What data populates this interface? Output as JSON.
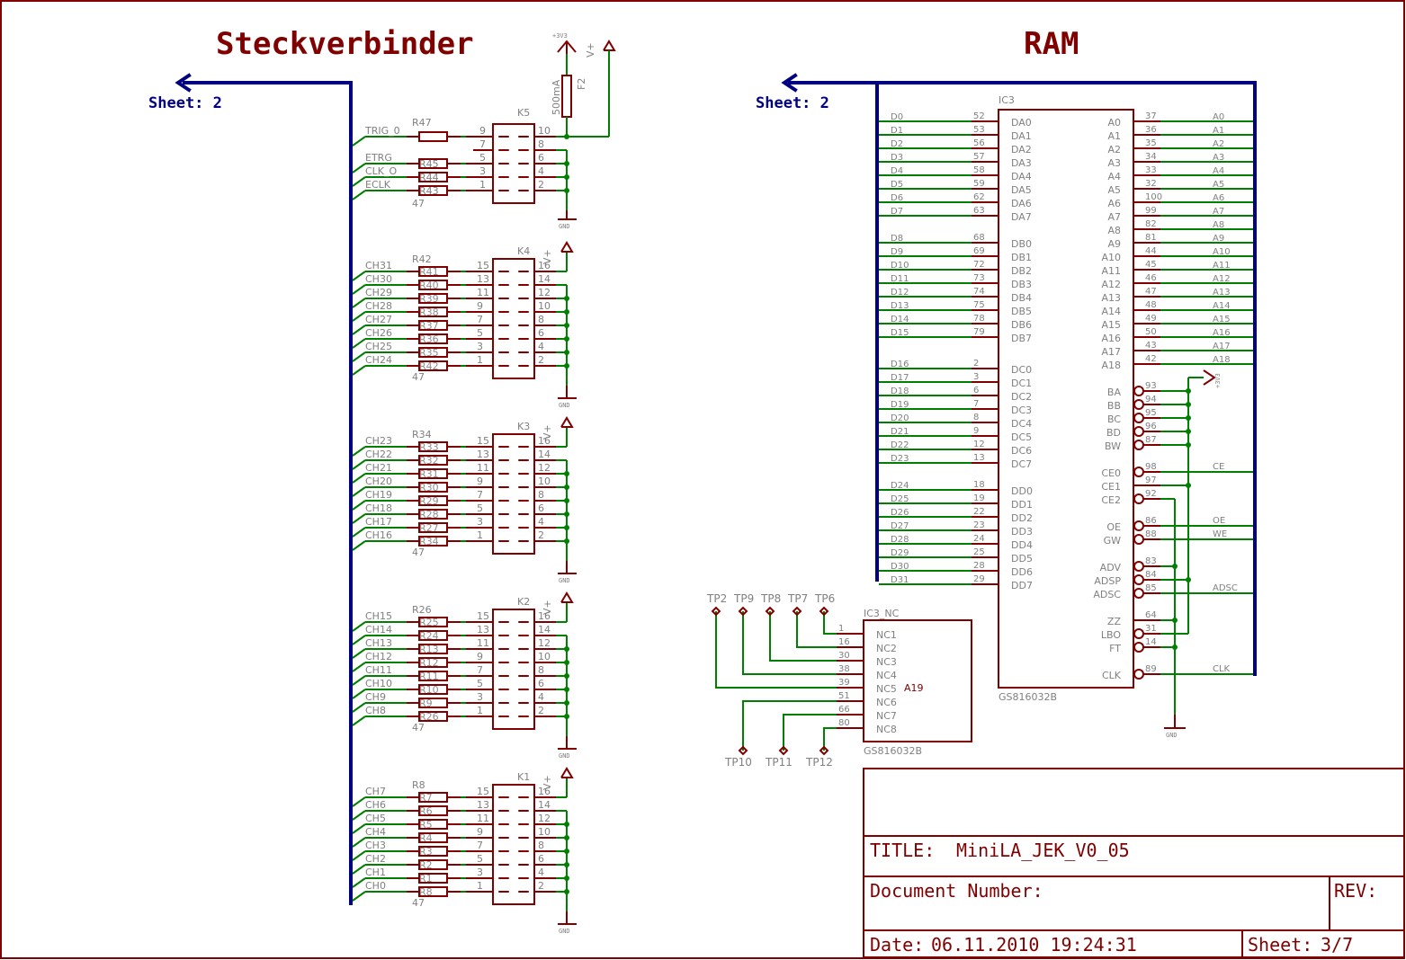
{
  "titles": {
    "left": "Steckverbinder",
    "right": "RAM"
  },
  "ports": {
    "left": "Sheet: 2",
    "right": "Sheet: 2"
  },
  "supplies": {
    "v33": "+3V3",
    "vplus": "V+",
    "gnd": "GND",
    "fuse_name": "F2",
    "fuse_value": "500mA"
  },
  "k5": {
    "name": "K5",
    "rows": [
      {
        "signal": "TRIG_0",
        "res": "R47",
        "val": "47",
        "pin_l": "9",
        "pin_r": "10"
      },
      {
        "signal": "",
        "res": "",
        "val": "",
        "pin_l": "7",
        "pin_r": "8"
      },
      {
        "signal": "ETRG",
        "res": "R45",
        "val": "47",
        "pin_l": "5",
        "pin_r": "6"
      },
      {
        "signal": "CLK_O",
        "res": "R44",
        "val": "47",
        "pin_l": "3",
        "pin_r": "4"
      },
      {
        "signal": "ECLK",
        "res": "R43",
        "val": "47",
        "pin_l": "1",
        "pin_r": "2"
      }
    ]
  },
  "connectors": [
    {
      "name": "K4",
      "top_res": "R42",
      "signals": [
        "CH31",
        "CH30",
        "CH29",
        "CH28",
        "CH27",
        "CH26",
        "CH25",
        "CH24"
      ],
      "resistors": [
        "R41",
        "R40",
        "R39",
        "R38",
        "R37",
        "R36",
        "R35",
        "R42"
      ]
    },
    {
      "name": "K3",
      "top_res": "R34",
      "signals": [
        "CH23",
        "CH22",
        "CH21",
        "CH20",
        "CH19",
        "CH18",
        "CH17",
        "CH16"
      ],
      "resistors": [
        "R33",
        "R32",
        "R31",
        "R30",
        "R29",
        "R28",
        "R27",
        "R34"
      ]
    },
    {
      "name": "K2",
      "top_res": "R26",
      "signals": [
        "CH15",
        "CH14",
        "CH13",
        "CH12",
        "CH11",
        "CH10",
        "CH9",
        "CH8"
      ],
      "resistors": [
        "R25",
        "R24",
        "R13",
        "R12",
        "R11",
        "R10",
        "R9",
        "R26"
      ]
    },
    {
      "name": "K1",
      "top_res": "R8",
      "signals": [
        "CH7",
        "CH6",
        "CH5",
        "CH4",
        "CH3",
        "CH2",
        "CH1",
        "CH0"
      ],
      "resistors": [
        "R7",
        "R6",
        "R5",
        "R4",
        "R3",
        "R2",
        "R1",
        "R8"
      ]
    }
  ],
  "connector_pins": {
    "left": [
      "15",
      "13",
      "11",
      "9",
      "7",
      "5",
      "3",
      "1"
    ],
    "right": [
      "16",
      "14",
      "12",
      "10",
      "8",
      "6",
      "4",
      "2"
    ],
    "res_value": "47"
  },
  "ic3": {
    "name": "IC3",
    "part": "GS816032B",
    "data_groups": [
      {
        "pins": [
          [
            "D0",
            "52",
            "DA0"
          ],
          [
            "D1",
            "53",
            "DA1"
          ],
          [
            "D2",
            "56",
            "DA2"
          ],
          [
            "D3",
            "57",
            "DA3"
          ],
          [
            "D4",
            "58",
            "DA4"
          ],
          [
            "D5",
            "59",
            "DA5"
          ],
          [
            "D6",
            "62",
            "DA6"
          ],
          [
            "D7",
            "63",
            "DA7"
          ]
        ]
      },
      {
        "pins": [
          [
            "D8",
            "68",
            "DB0"
          ],
          [
            "D9",
            "69",
            "DB1"
          ],
          [
            "D10",
            "72",
            "DB2"
          ],
          [
            "D11",
            "73",
            "DB3"
          ],
          [
            "D12",
            "74",
            "DB4"
          ],
          [
            "D13",
            "75",
            "DB5"
          ],
          [
            "D14",
            "78",
            "DB6"
          ],
          [
            "D15",
            "79",
            "DB7"
          ]
        ]
      },
      {
        "pins": [
          [
            "D16",
            "2",
            "DC0"
          ],
          [
            "D17",
            "3",
            "DC1"
          ],
          [
            "D18",
            "6",
            "DC2"
          ],
          [
            "D19",
            "7",
            "DC3"
          ],
          [
            "D20",
            "8",
            "DC4"
          ],
          [
            "D21",
            "9",
            "DC5"
          ],
          [
            "D22",
            "12",
            "DC6"
          ],
          [
            "D23",
            "13",
            "DC7"
          ]
        ]
      },
      {
        "pins": [
          [
            "D24",
            "18",
            "DD0"
          ],
          [
            "D25",
            "19",
            "DD1"
          ],
          [
            "D26",
            "22",
            "DD2"
          ],
          [
            "D27",
            "23",
            "DD3"
          ],
          [
            "D28",
            "24",
            "DD4"
          ],
          [
            "D29",
            "25",
            "DD5"
          ],
          [
            "D30",
            "28",
            "DD6"
          ],
          [
            "D31",
            "29",
            "DD7"
          ]
        ]
      }
    ],
    "address_pins": [
      [
        "A0",
        "37",
        "A0"
      ],
      [
        "A1",
        "36",
        "A1"
      ],
      [
        "A2",
        "35",
        "A2"
      ],
      [
        "A3",
        "34",
        "A3"
      ],
      [
        "A4",
        "33",
        "A4"
      ],
      [
        "A5",
        "32",
        "A5"
      ],
      [
        "A6",
        "100",
        "A6"
      ],
      [
        "A7",
        "99",
        "A7"
      ],
      [
        "A8",
        "82",
        "A8"
      ],
      [
        "A9",
        "81",
        "A9"
      ],
      [
        "A10",
        "44",
        "A10"
      ],
      [
        "A11",
        "45",
        "A11"
      ],
      [
        "A12",
        "46",
        "A12"
      ],
      [
        "A13",
        "47",
        "A13"
      ],
      [
        "A14",
        "48",
        "A14"
      ],
      [
        "A15",
        "49",
        "A15"
      ],
      [
        "A16",
        "50",
        "A16"
      ],
      [
        "A17",
        "43",
        "A17"
      ],
      [
        "A18",
        "42",
        "A18"
      ]
    ],
    "control_pins": [
      {
        "name": "BA",
        "num": "93",
        "net": ""
      },
      {
        "name": "BB",
        "num": "94",
        "net": ""
      },
      {
        "name": "BC",
        "num": "95",
        "net": ""
      },
      {
        "name": "BD",
        "num": "96",
        "net": ""
      },
      {
        "name": "BW",
        "num": "87",
        "net": ""
      },
      {
        "name": "CE0",
        "num": "98",
        "net": "CE"
      },
      {
        "name": "CE1",
        "num": "97",
        "net": ""
      },
      {
        "name": "CE2",
        "num": "92",
        "net": ""
      },
      {
        "name": "OE",
        "num": "86",
        "net": "OE"
      },
      {
        "name": "GW",
        "num": "88",
        "net": "WE"
      },
      {
        "name": "ADV",
        "num": "83",
        "net": ""
      },
      {
        "name": "ADSP",
        "num": "84",
        "net": ""
      },
      {
        "name": "ADSC",
        "num": "85",
        "net": "ADSC"
      },
      {
        "name": "ZZ",
        "num": "64",
        "net": ""
      },
      {
        "name": "LBO",
        "num": "31",
        "net": ""
      },
      {
        "name": "FT",
        "num": "14",
        "net": ""
      },
      {
        "name": "CLK",
        "num": "89",
        "net": "CLK"
      }
    ]
  },
  "ic3_nc": {
    "name": "IC3_NC",
    "part": "GS816032B",
    "note": "A19",
    "pins": [
      {
        "name": "NC1",
        "num": "1",
        "tp": "TP6"
      },
      {
        "name": "NC2",
        "num": "16",
        "tp": "TP7"
      },
      {
        "name": "NC3",
        "num": "30",
        "tp": "TP8"
      },
      {
        "name": "NC4",
        "num": "38",
        "tp": "TP9"
      },
      {
        "name": "NC5",
        "num": "39",
        "tp": "TP2"
      },
      {
        "name": "NC6",
        "num": "51",
        "tp": "TP10"
      },
      {
        "name": "NC7",
        "num": "66",
        "tp": "TP11"
      },
      {
        "name": "NC8",
        "num": "80",
        "tp": "TP12"
      }
    ]
  },
  "title_block": {
    "title_label": "TITLE:",
    "title": "MiniLA_JEK_V0_05",
    "doc_label": "Document Number:",
    "rev_label": "REV:",
    "date_label": "Date:",
    "date": "06.11.2010 19:24:31",
    "sheet_label": "Sheet:",
    "sheet": "3/7"
  }
}
